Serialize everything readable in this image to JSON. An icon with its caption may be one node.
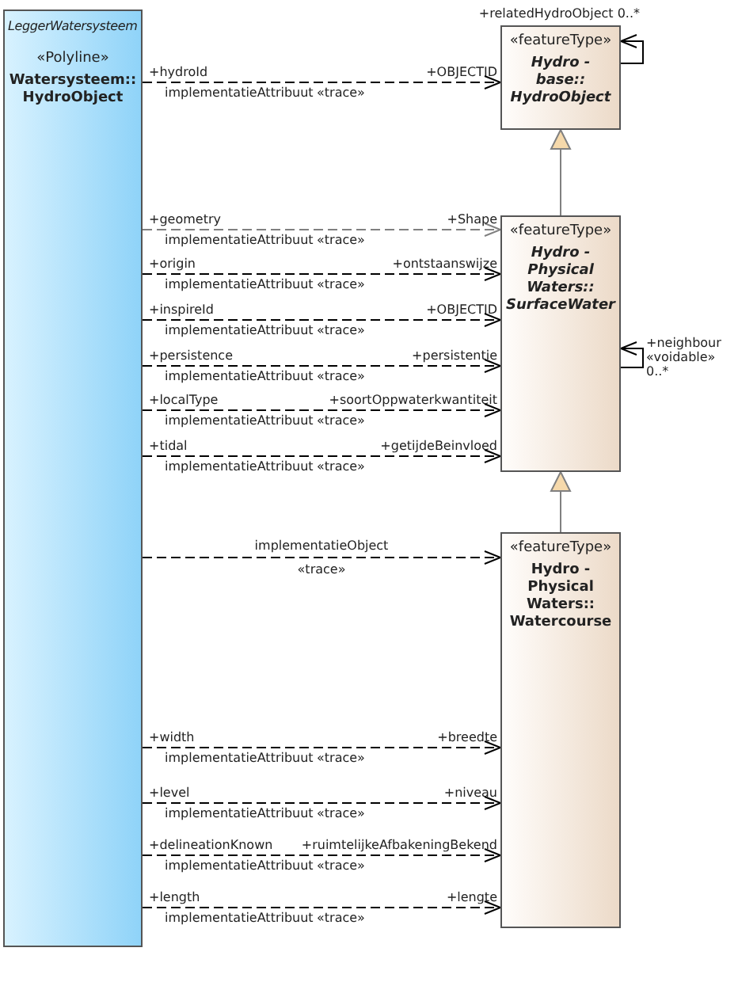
{
  "diagram": {
    "nodes": [
      {
        "text": [
          "LeggerWatersysteem",
          "«Polyline»",
          "Watersysteem:: HydroObject"
        ]
      },
      {
        "text": [
          "«featureType»",
          "Hydro - base:: HydroObject"
        ]
      },
      {
        "text": [
          "«featureType»",
          "Hydro - Physical Waters:: SurfaceWater"
        ]
      },
      {
        "text": [
          "«featureType»",
          "Hydro - Physical Waters:: Watercourse"
        ]
      }
    ],
    "edges": [
      {
        "from": 0,
        "to": 1,
        "arrow": "to",
        "style": "dashed",
        "label": "implementatieAttribuut"
      },
      {
        "from": 1,
        "to": 1,
        "arrow": "to"
      },
      {
        "from": 2,
        "to": 1,
        "arrow": "to",
        "color": "#808080"
      },
      {
        "from": 0,
        "to": 2,
        "arrow": "to",
        "style": "dashed",
        "color": "#808080",
        "label": "implementatieAttribuut"
      },
      {
        "from": 0,
        "to": 2,
        "arrow": "to",
        "style": "dashed",
        "label": "implementatieAttribuut"
      },
      {
        "from": 0,
        "to": 2,
        "arrow": "to",
        "style": "dashed",
        "label": "implementatieAttribuut"
      },
      {
        "from": 0,
        "to": 2,
        "arrow": "to",
        "style": "dashed",
        "label": "implementatieAttribuut"
      },
      {
        "from": 0,
        "to": 2,
        "arrow": "to",
        "style": "dashed",
        "label": "implementatieAttribuut"
      },
      {
        "from": 0,
        "to": 2,
        "arrow": "to",
        "style": "dashed",
        "label": "implementatieAttribuut"
      },
      {
        "from": 2,
        "to": 2,
        "arrow": "to"
      },
      {
        "from": 3,
        "to": 2,
        "arrow": "to",
        "color": "#808080"
      },
      {
        "from": 0,
        "to": 3,
        "arrow": "to",
        "style": "dashed",
        "label": "implementatieObject"
      },
      {
        "from": 0,
        "to": 3,
        "arrow": "to",
        "style": "dashed",
        "label": "implementatieAttribuut"
      },
      {
        "from": 0,
        "to": 3,
        "arrow": "to",
        "style": "dashed",
        "label": "implementatieAttribuut"
      },
      {
        "from": 0,
        "to": 3,
        "arrow": "to",
        "style": "dashed",
        "label": "implementatieAttribuut"
      },
      {
        "from": 0,
        "to": 3,
        "arrow": "to",
        "style": "dashed",
        "label": "implementatieAttribuut"
      }
    ],
    "labels": [
      "+relatedHydroObject 0..*",
      "+hydroId",
      "+OBJECTID",
      "«trace»",
      "+geometry",
      "+Shape",
      "«trace»",
      "+origin",
      "+ontstaanswijze",
      "«trace»",
      "+inspireId",
      "+OBJECTID",
      "«trace»",
      "+persistence",
      "+persistentie",
      "«trace»",
      "+localType",
      "+soortOppwaterkwantiteit",
      "«trace»",
      "+tidal",
      "+getijdeBeinvloed",
      "«trace»",
      "+neighbour «voidable» 0..*",
      "«trace»",
      "+width",
      "+breedte",
      "«trace»",
      "+level",
      "+niveau",
      "«trace»",
      "+delineationKnown",
      "+ruimtelijkeAfbakeningBekend",
      "«trace»",
      "+length",
      "+lengte",
      "«trace»"
    ]
  }
}
